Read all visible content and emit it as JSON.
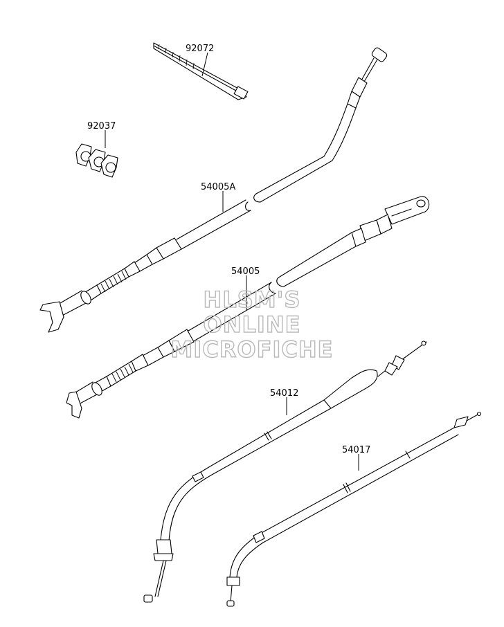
{
  "parts": {
    "p92072": "92072",
    "p92037": "92037",
    "p54005A": "54005A",
    "p54005": "54005",
    "p54012": "54012",
    "p54017": "54017"
  },
  "watermark": {
    "line1": "HLSM'S",
    "line2": "ONLINE",
    "line3": "MICROFICHE"
  }
}
